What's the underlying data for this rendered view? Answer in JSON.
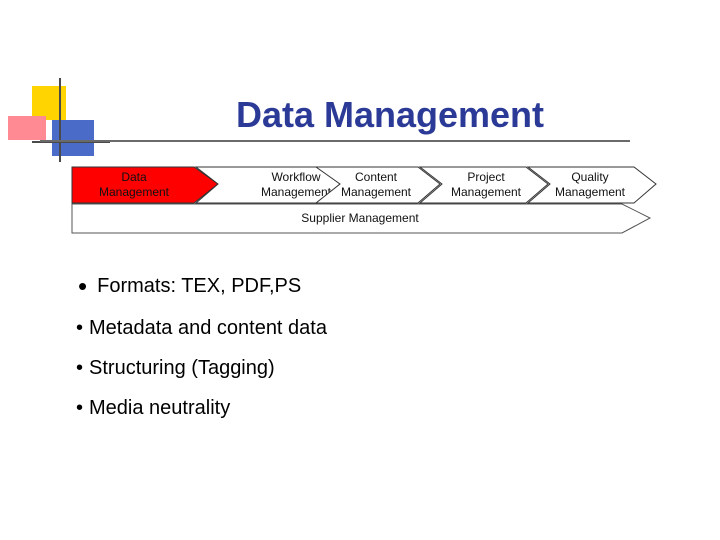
{
  "title": "Data Management",
  "colors": {
    "title": "#2a3a96",
    "highlight": "#ff0000",
    "logo_yellow": "#ffd400",
    "logo_pink": "#ff7f8a",
    "logo_blue": "#4a6cc8"
  },
  "diagram": {
    "steps": [
      {
        "label_lines": [
          "Data",
          "Management"
        ],
        "active": true
      },
      {
        "label_lines": [
          "Workflow",
          "Management"
        ],
        "active": false
      },
      {
        "label_lines": [
          "Content",
          "Management"
        ],
        "active": false
      },
      {
        "label_lines": [
          "Project",
          "Management"
        ],
        "active": false
      },
      {
        "label_lines": [
          "Quality",
          "Management"
        ],
        "active": false
      }
    ],
    "bottom_bar": "Supplier Management"
  },
  "bullets": [
    "Formats: TEX, PDF,PS",
    "Metadata and content data",
    "Structuring (Tagging)",
    "Media neutrality"
  ]
}
